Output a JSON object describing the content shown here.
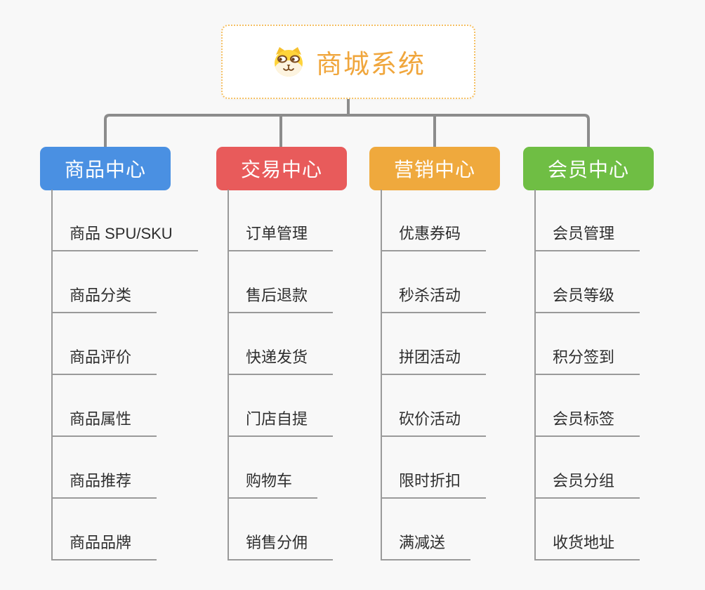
{
  "root": {
    "title": "商城系统",
    "icon": "dog-face-icon"
  },
  "branches": [
    {
      "label": "商品中心",
      "color": "#4a90e2",
      "items": [
        "商品 SPU/SKU",
        "商品分类",
        "商品评价",
        "商品属性",
        "商品推荐",
        "商品品牌"
      ]
    },
    {
      "label": "交易中心",
      "color": "#e85b5b",
      "items": [
        "订单管理",
        "售后退款",
        "快递发货",
        "门店自提",
        "购物车",
        "销售分佣"
      ]
    },
    {
      "label": "营销中心",
      "color": "#efa93d",
      "items": [
        "优惠券码",
        "秒杀活动",
        "拼团活动",
        "砍价活动",
        "限时折扣",
        "满减送"
      ]
    },
    {
      "label": "会员中心",
      "color": "#6fbe44",
      "items": [
        "会员管理",
        "会员等级",
        "积分签到",
        "会员标签",
        "会员分组",
        "收货地址"
      ]
    }
  ],
  "colors": {
    "background": "#f8f8f8",
    "connector": "#8c8c8c",
    "item_line": "#9a9a9a",
    "item_text": "#2e2e2e",
    "root_text": "#f0a63c",
    "root_border": "#f5c063"
  }
}
